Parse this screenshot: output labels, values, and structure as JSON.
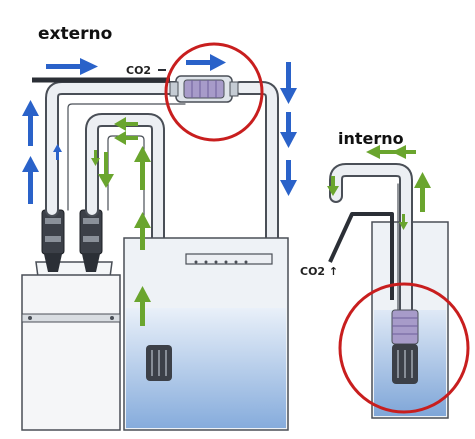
{
  "labels": {
    "externo": "externo",
    "interno": "interno",
    "co2_external": "CO2",
    "co2_internal": "CO2 ↑"
  },
  "colors": {
    "background": "#ffffff",
    "pipe": "#e9edf1",
    "pipe_outline": "#4a4f57",
    "hose_dark": "#2b2f36",
    "water_top": "#e6eef8",
    "water_bottom": "#8fb3de",
    "tank_glass": "#eef2f6",
    "diffuser": "#8f8fbf",
    "arrow_blue": "#2a62c9",
    "arrow_green": "#6aa52e",
    "highlight_circle": "#c81e1e"
  },
  "icons": {
    "flow_arrow_blue": "arrow-blue-icon",
    "flow_arrow_green": "arrow-green-icon",
    "valve": "valve-icon",
    "diffuser": "co2-diffuser-icon"
  }
}
